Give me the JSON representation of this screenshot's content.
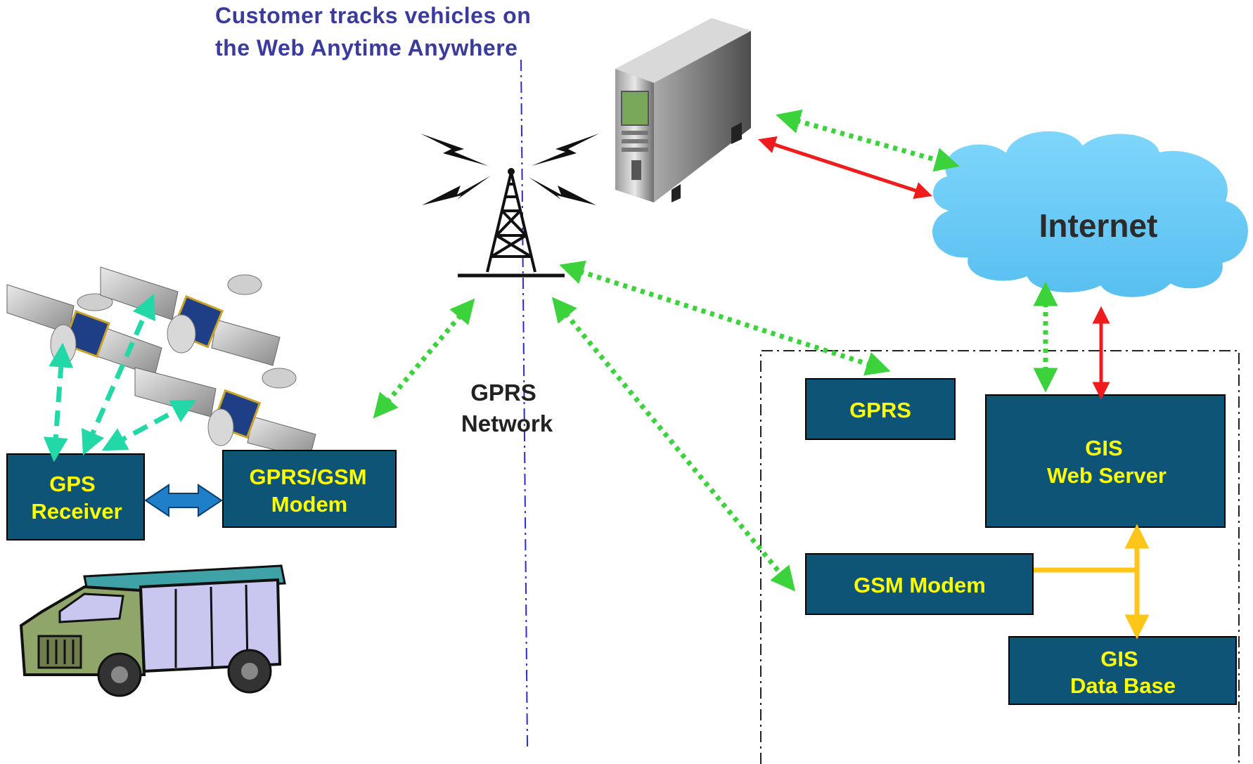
{
  "title": {
    "line1": "Customer tracks vehicles on",
    "line2": "the Web Anytime Anywhere"
  },
  "network": {
    "line1": "GPRS",
    "line2": "Network"
  },
  "cloud": {
    "label": "Internet"
  },
  "vehicle_side": {
    "gps_receiver": {
      "line1": "GPS",
      "line2": "Receiver"
    },
    "modem": {
      "line1": "GPRS/GSM",
      "line2": "Modem"
    }
  },
  "server_side": {
    "gprs": "GPRS",
    "web_server": {
      "line1": "GIS",
      "line2": "Web Server"
    },
    "gsm_modem": "GSM Modem",
    "database": {
      "line1": "GIS",
      "line2": "Data Base"
    }
  },
  "colors": {
    "box_fill": "#0e5476",
    "box_text": "#ffff00",
    "green_link": "#3bd23b",
    "teal_link": "#22d8a6",
    "red_link": "#ee1c1c",
    "yellow_link": "#ffc61a",
    "blue_link": "#1f7fc8",
    "cloud": "#64c8f5",
    "title": "#3b3b9c"
  },
  "icons": [
    "satellite-icon",
    "cell-tower-icon",
    "server-icon",
    "cloud-icon",
    "truck-icon"
  ]
}
